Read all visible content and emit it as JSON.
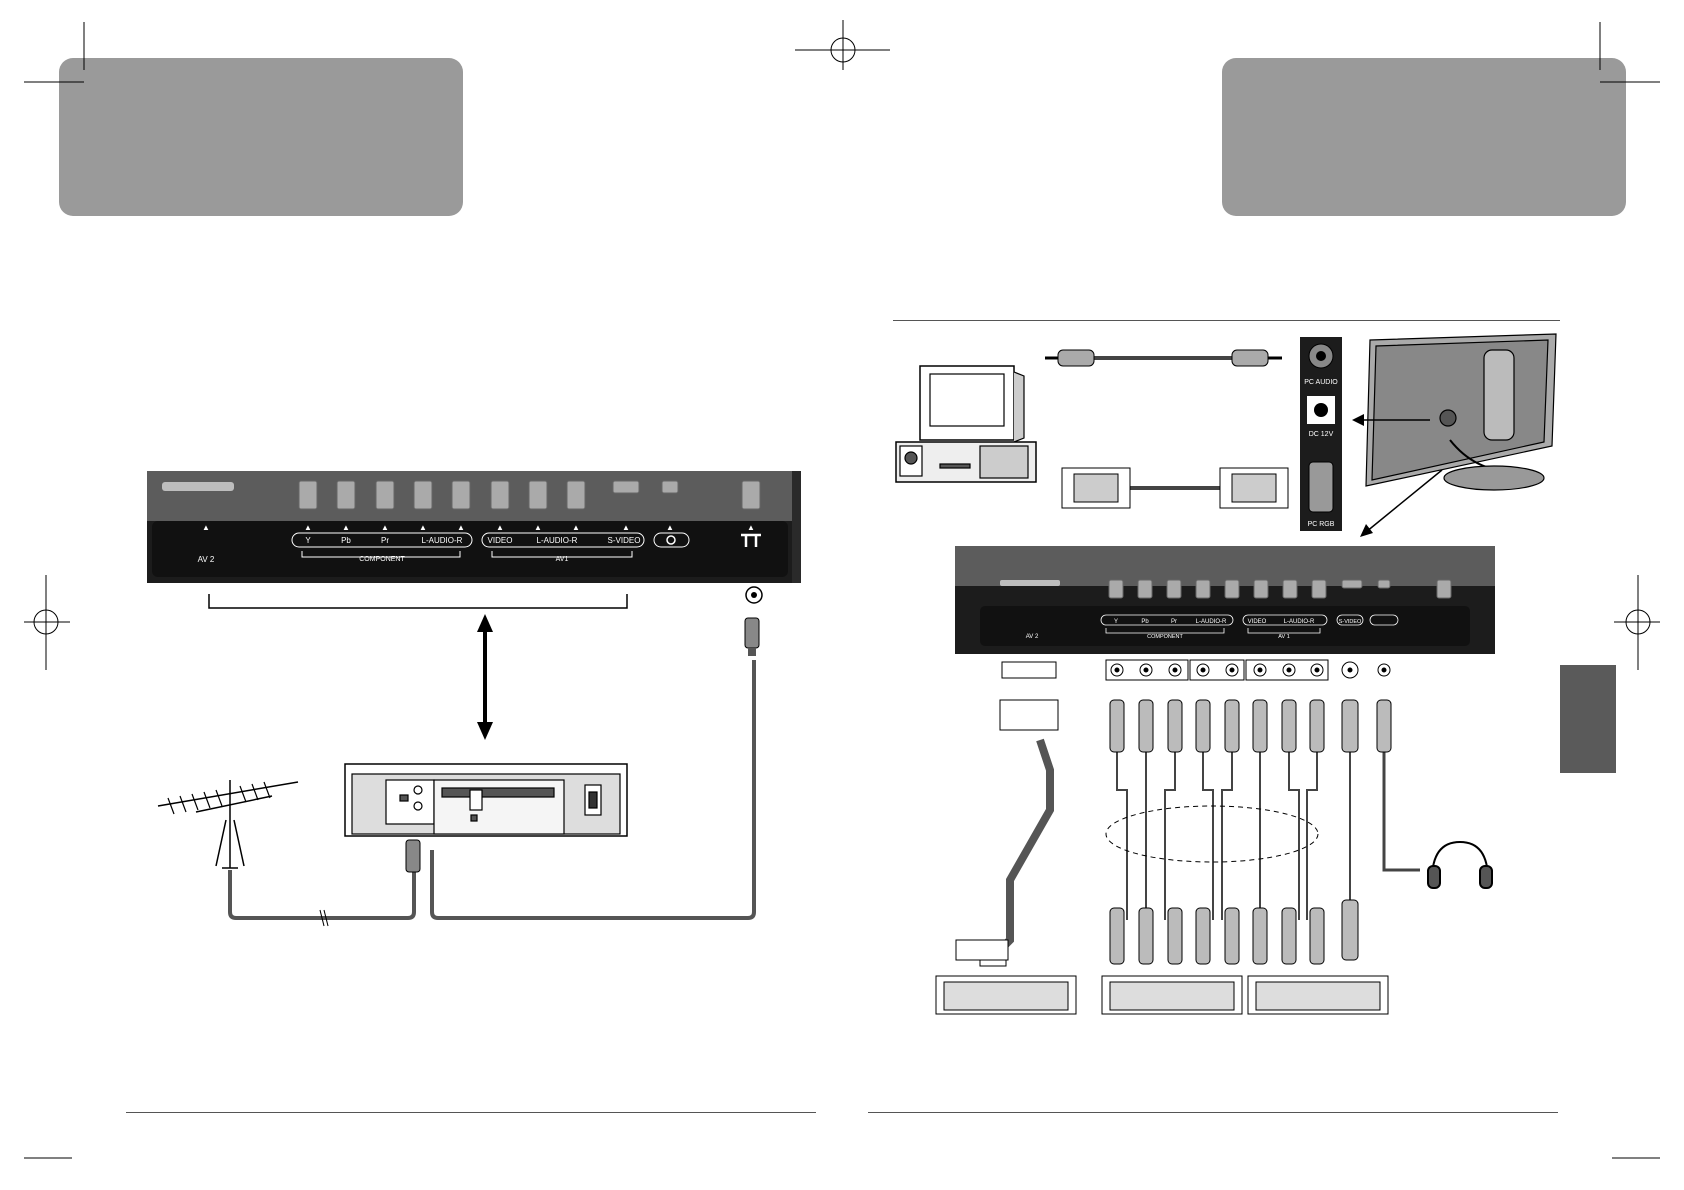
{
  "tv_panel_left": {
    "label_av2": "AV 2",
    "label_y": "Y",
    "label_pb": "Pb",
    "label_pr": "Pr",
    "label_audio_component": "L-AUDIO-R",
    "label_component": "COMPONENT",
    "label_video": "VIDEO",
    "label_audio_av1": "L-AUDIO-R",
    "label_svideo": "S-VIDEO",
    "label_av1": "AV1"
  },
  "tv_panel_right": {
    "label_av2": "AV 2",
    "label_y": "Y",
    "label_pb": "Pb",
    "label_pr": "Pr",
    "label_audio_component": "L-AUDIO-R",
    "label_component": "COMPONENT",
    "label_video": "VIDEO",
    "label_audio_av1": "L-AUDIO-R",
    "label_svideo": "S-VIDEO",
    "label_av1": "AV 1"
  },
  "pc_panel": {
    "label_pc_audio": "PC AUDIO",
    "label_dc": "DC 12V",
    "label_pc_rgb": "PC RGB"
  },
  "colors": {
    "header_gray": "#9a9a9a",
    "panel_dark": "#1c1c1c",
    "panel_top": "#5c5c5c",
    "side_tab": "#5a5a5a"
  }
}
